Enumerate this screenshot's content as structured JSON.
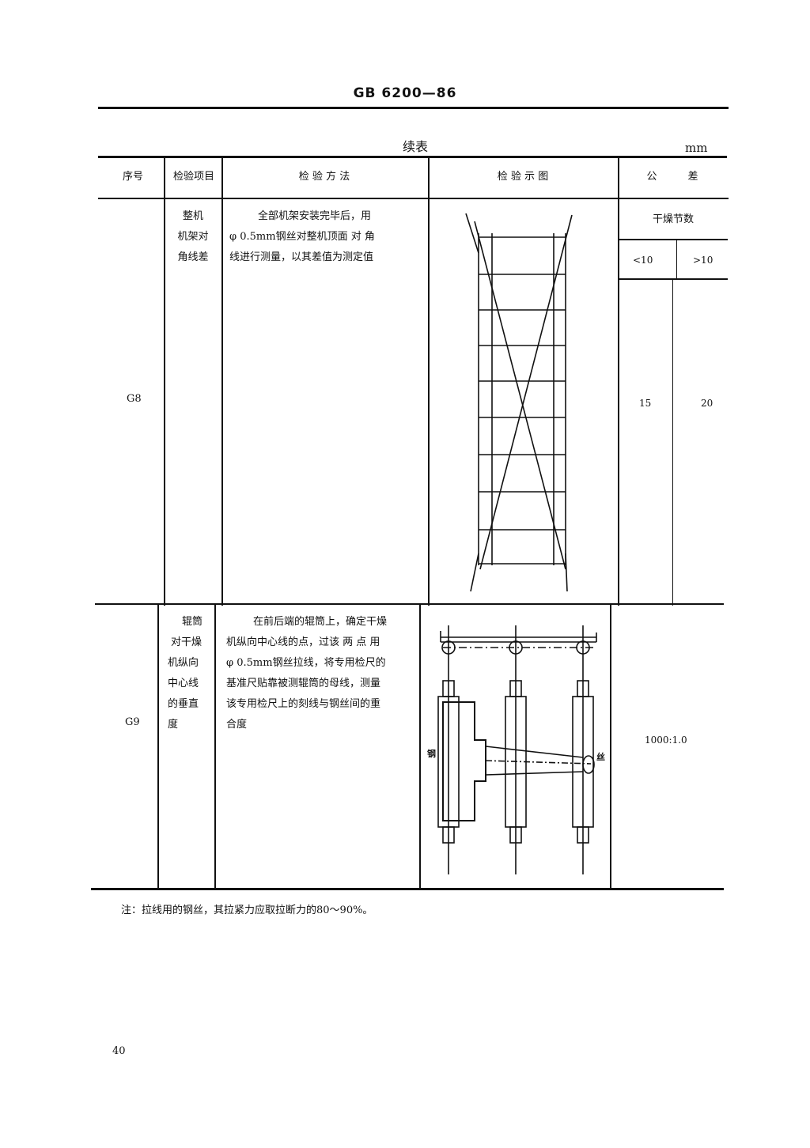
{
  "header": {
    "standard_number": "GB 6200—86"
  },
  "table": {
    "continuation_title": "续表",
    "unit": "mm",
    "columns": {
      "index": "序号",
      "item": "检验项目",
      "method": "检 验 方 法",
      "diagram": "检 验 示 图",
      "tolerance": "公　　　差"
    },
    "rows": [
      {
        "index": "G8",
        "item_lines": [
          "整机",
          "机架对",
          "角线差"
        ],
        "method_lines": [
          "全部机架安装完毕后，用",
          "φ 0.5mm钢丝对整机顶面 对 角",
          "线进行测量，以其差值为测定值"
        ],
        "tolerance": {
          "subheader": "干燥节数",
          "col1_label": "<10",
          "col2_label": ">10",
          "col1_value": "15",
          "col2_value": "20"
        }
      },
      {
        "index": "G9",
        "item_lines": [
          "辊筒",
          "对干燥",
          "机纵向",
          "中心线",
          "的垂直",
          "度"
        ],
        "method_lines": [
          "在前后端的辊筒上，确定干燥",
          "机纵向中心线的点，过该 两 点 用",
          "φ 0.5mm钢丝拉线，将专用检尺的",
          "基准尺贴靠被测辊筒的母线，测量",
          "该专用检尺上的刻线与钢丝间的重",
          "合度"
        ],
        "diagram_labels": {
          "left": "钢",
          "right": "丝"
        },
        "tolerance": {
          "value": "1000:1.0"
        }
      }
    ]
  },
  "note": "注：拉线用的钢丝，其拉紧力应取拉断力的80～90%。",
  "page_number": "40"
}
